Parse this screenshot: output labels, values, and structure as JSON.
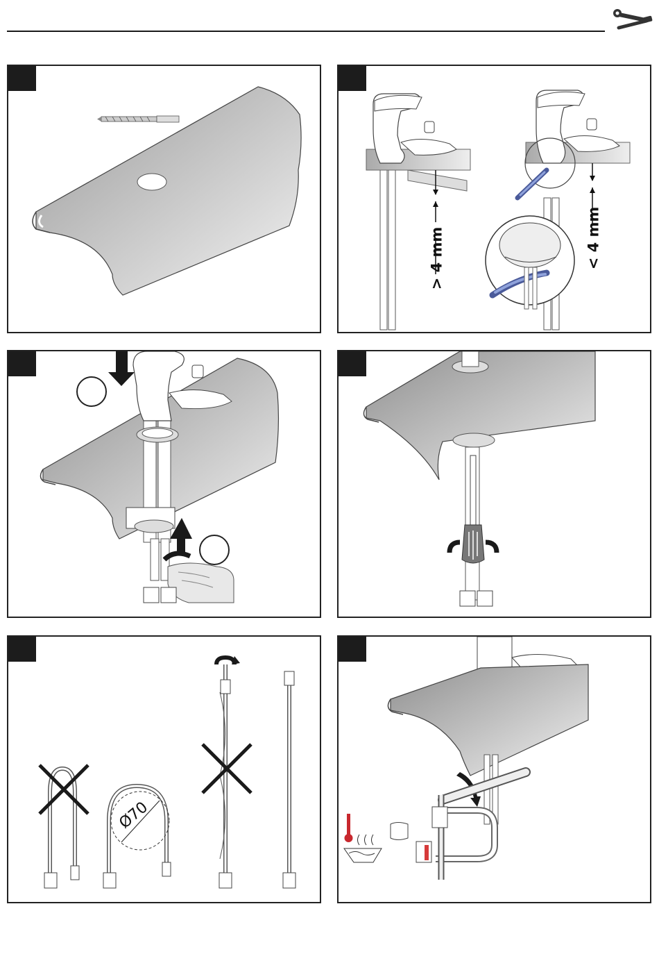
{
  "header": {
    "icon": "wrench-screwdriver-icon"
  },
  "steps": [
    {
      "id": 1,
      "icons": [
        "drill-bit-icon"
      ]
    },
    {
      "id": 2,
      "measure_left": "> 4 mm",
      "measure_right": "< 4 mm"
    },
    {
      "id": 3,
      "icons": [
        "push-arrow-icon",
        "turn-arrow-icon",
        "hand-icon"
      ]
    },
    {
      "id": 4,
      "icons": [
        "screwdriver-icon"
      ]
    },
    {
      "id": 5,
      "diameter_label": "Ø70",
      "icons": [
        "cross-mark-icon",
        "cross-mark-icon"
      ]
    },
    {
      "id": 6,
      "icons": [
        "hot-water-icon",
        "spanner-icon"
      ]
    }
  ],
  "colors": {
    "panel_border": "#222222",
    "step_box": "#1c1c1c",
    "blue_tool": "#7b8fc9",
    "red_ring": "#d63a3a",
    "red_thermo": "#c8282e"
  }
}
